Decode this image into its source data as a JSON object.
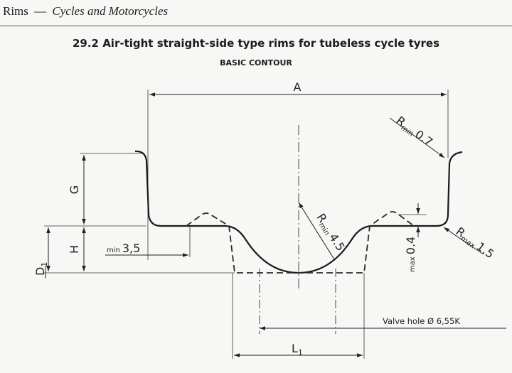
{
  "header": {
    "section": "Rims",
    "separator": "—",
    "subject": "Cycles and Motorcycles"
  },
  "title": "29.2 Air-tight straight-side type rims for tubeless cycle tyres",
  "subtitle": "BASIC CONTOUR",
  "drawing": {
    "dim_A": "A",
    "dim_G": "G",
    "dim_H": "H",
    "dim_D1_main": "D",
    "dim_D1_sub": "1",
    "dim_L1_main": "L",
    "dim_L1_sub": "1",
    "r_top_main": "R",
    "r_top_sub": "min",
    "r_top_val": "0.7",
    "r_center_main": "R",
    "r_center_sub": "min",
    "r_center_val": "4.5",
    "r_right_main": "R",
    "r_right_sub": "max",
    "r_right_val": "1.5",
    "min_width_sub": "min",
    "min_width_val": "3,5",
    "max_height_sub": "max",
    "max_height_val": "0.4",
    "valve_hole": "Valve hole Ø 6,55K"
  }
}
